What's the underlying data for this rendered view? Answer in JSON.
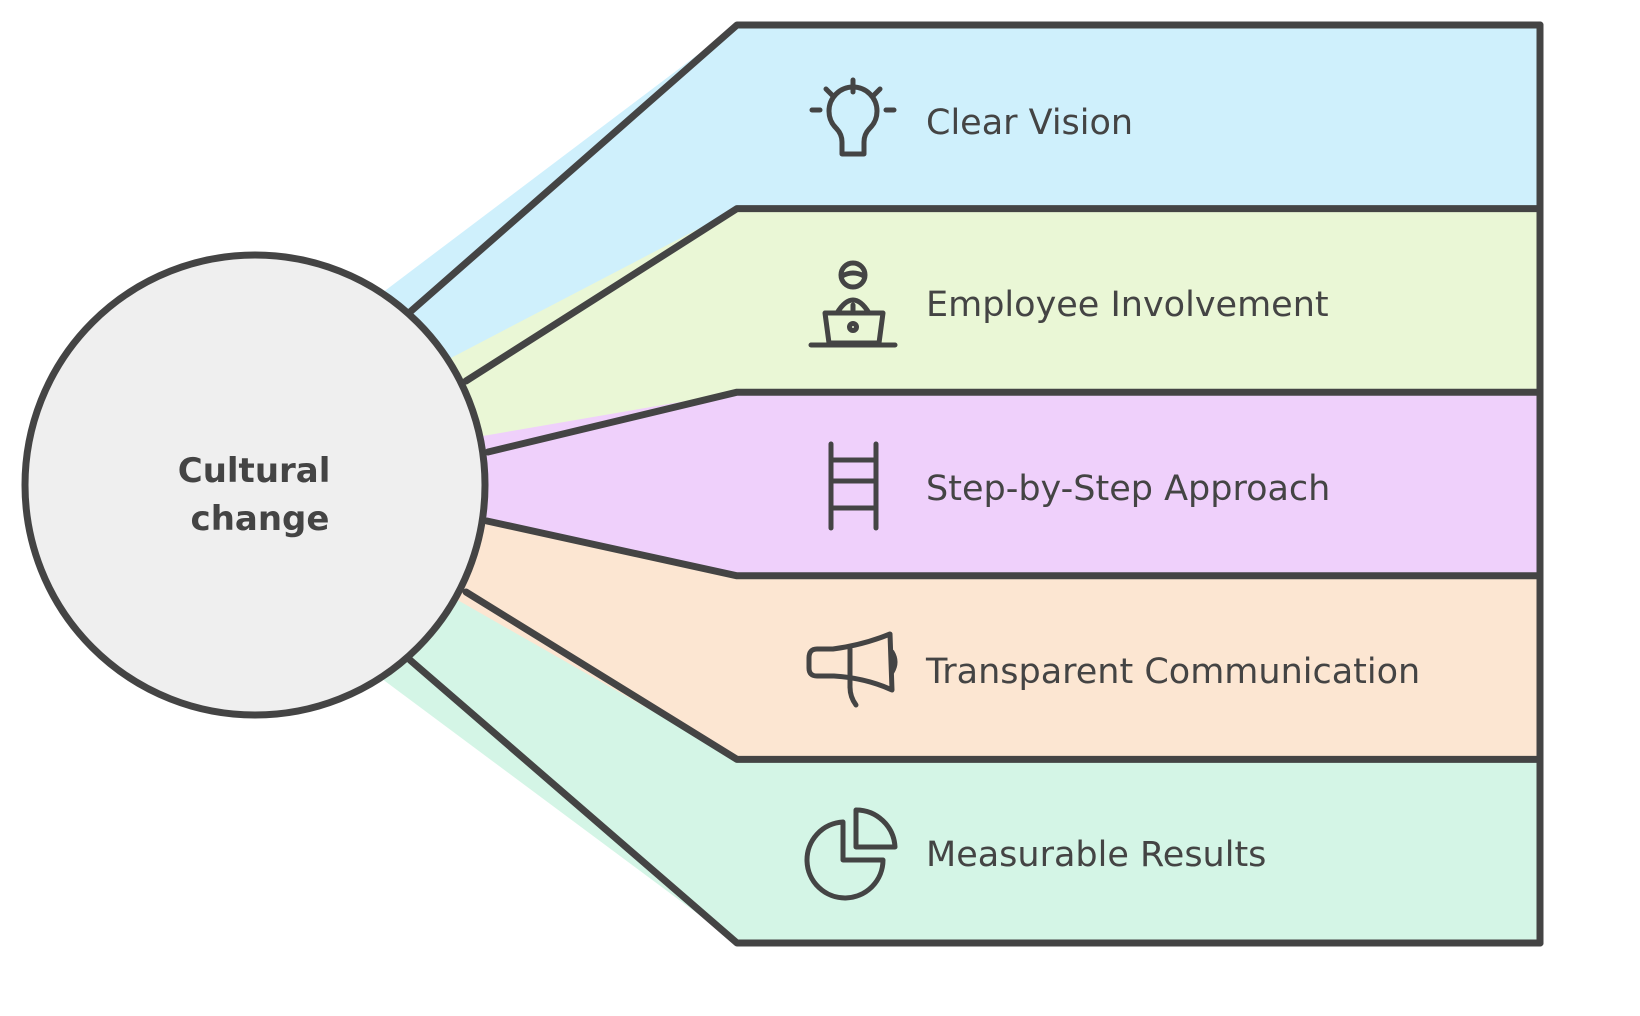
{
  "diagram": {
    "type": "hub-and-spoke",
    "hub": {
      "label_lines": [
        "Cultural",
        "change"
      ],
      "fill": "#efefef"
    },
    "stroke_color": "#444444",
    "text_color": "#444444",
    "branches": [
      {
        "label": "Clear Vision",
        "icon": "lightbulb-icon",
        "fill": "#cff0fc"
      },
      {
        "label": "Employee Involvement",
        "icon": "person-at-laptop-icon",
        "fill": "#eaf7d6"
      },
      {
        "label": "Step-by-Step Approach",
        "icon": "ladder-icon",
        "fill": "#efd0fb"
      },
      {
        "label": "Transparent Communication",
        "icon": "megaphone-icon",
        "fill": "#fce6d2"
      },
      {
        "label": "Measurable Results",
        "icon": "pie-chart-icon",
        "fill": "#d4f5e6"
      }
    ]
  }
}
